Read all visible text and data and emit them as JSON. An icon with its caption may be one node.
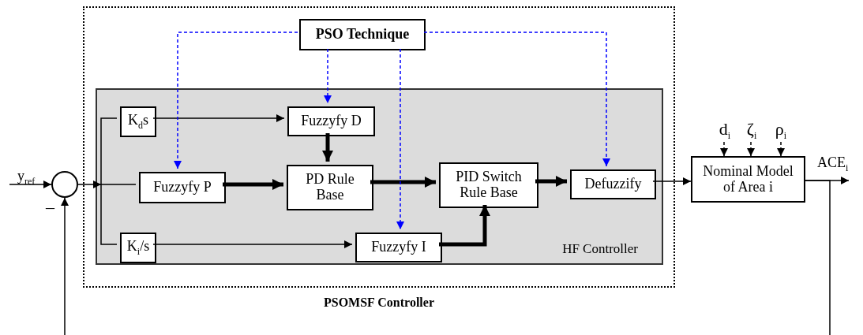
{
  "diagram": {
    "nodes": [
      {
        "text": [
          "PSOMSF Controller"
        ]
      },
      {
        "text": [
          "PSO Technique"
        ],
        "in": 0
      },
      {
        "text": [
          "HF Controller"
        ],
        "in": 0
      },
      {
        "text": [
          "K$_{d}$s"
        ],
        "in": 2
      },
      {
        "text": [
          "Fuzzyfy D"
        ],
        "in": 2
      },
      {
        "text": [
          "Fuzzyfy P"
        ],
        "in": 2
      },
      {
        "text": [
          "PD Rule Base"
        ],
        "in": 2
      },
      {
        "text": [
          "PID Switch Rule Base"
        ],
        "in": 2
      },
      {
        "text": [
          "Defuzzify"
        ],
        "in": 2
      },
      {
        "text": [
          "K$_{i}$/s"
        ],
        "in": 2
      },
      {
        "text": [
          "Fuzzyfy I"
        ],
        "in": 2
      },
      {
        "text": [
          "Nominal Model of Area i"
        ]
      },
      {
        "text": [],
        "shape": "circle"
      },
      {
        "text": [
          "d$_{i}$"
        ]
      },
      {
        "text": [
          "ζ$_{i}$"
        ]
      },
      {
        "text": [
          "ρ$_{i}$"
        ]
      }
    ],
    "edges": [
      {
        "from": null,
        "to": 12,
        "arrow": "to"
      },
      {
        "from": 12,
        "to": 3,
        "arrow": "none"
      },
      {
        "from": 12,
        "to": 5,
        "arrow": "none"
      },
      {
        "from": 12,
        "to": 9,
        "arrow": "none"
      },
      {
        "from": 3,
        "to": 4,
        "arrow": "to"
      },
      {
        "from": 4,
        "to": 6,
        "arrow": "to",
        "style": "thick"
      },
      {
        "from": 5,
        "to": 6,
        "arrow": "to",
        "style": "thick"
      },
      {
        "from": 6,
        "to": 7,
        "arrow": "to",
        "style": "thick"
      },
      {
        "from": 7,
        "to": 8,
        "arrow": "to",
        "style": "thick"
      },
      {
        "from": 8,
        "to": 11,
        "arrow": "to"
      },
      {
        "from": 9,
        "to": 10,
        "arrow": "to"
      },
      {
        "from": 10,
        "to": 7,
        "arrow": "to",
        "style": "thick"
      },
      {
        "from": 1,
        "to": 5,
        "arrow": "to",
        "style": "dashed",
        "color": "#0000ff"
      },
      {
        "from": 1,
        "to": 4,
        "arrow": "to",
        "style": "dashed",
        "color": "#0000ff"
      },
      {
        "from": 1,
        "to": 10,
        "arrow": "to",
        "style": "dashed",
        "color": "#0000ff"
      },
      {
        "from": 1,
        "to": 8,
        "arrow": "to",
        "style": "dashed",
        "color": "#0000ff"
      },
      {
        "from": 13,
        "to": 11,
        "arrow": "to",
        "style": "dashed"
      },
      {
        "from": 14,
        "to": 11,
        "arrow": "to",
        "style": "dashed"
      },
      {
        "from": 15,
        "to": 11,
        "arrow": "to",
        "style": "dashed"
      },
      {
        "from": 11,
        "to": null,
        "arrow": "to",
        "label": "ACE$_{i}$"
      },
      {
        "from": 11,
        "to": null,
        "arrow": "none"
      },
      {
        "from": null,
        "to": 12,
        "arrow": "to"
      }
    ],
    "labels": [
      "y$_{ref}$",
      "–"
    ]
  }
}
